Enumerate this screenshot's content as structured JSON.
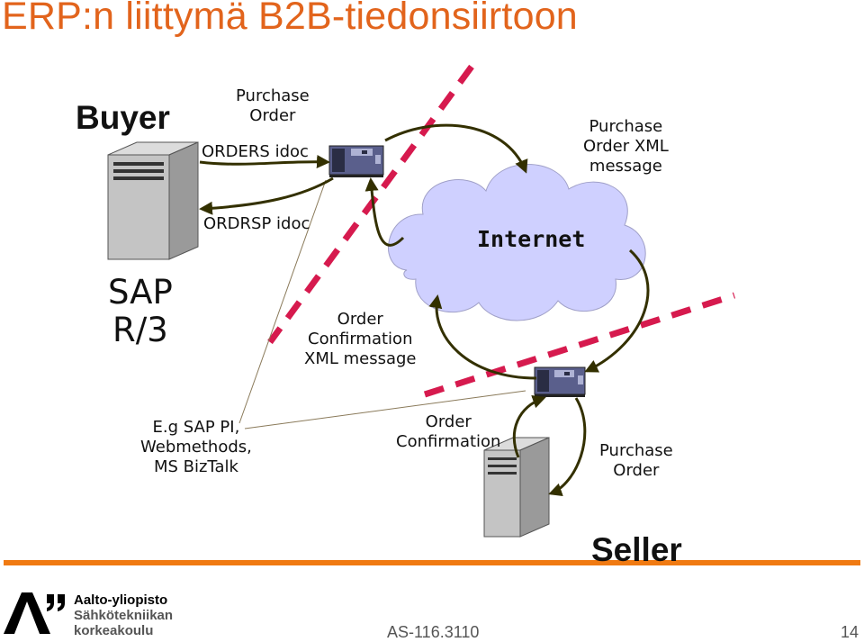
{
  "title": "ERP:n liittymä B2B-tiedonsiirtoon",
  "buyer_label": "Buyer",
  "seller_label": "Seller",
  "sap_label": [
    "SAP",
    "R/3"
  ],
  "internet_label": "Internet",
  "labels": {
    "purchase_order_top": [
      "Purchase",
      "Order"
    ],
    "orders_idoc": "ORDERS idoc",
    "ordrsp_idoc": "ORDRSP idoc",
    "po_xml_message": [
      "Purchase",
      "Order XML",
      "message"
    ],
    "oc_xml_message": [
      "Order",
      "Confirmation",
      "XML message"
    ],
    "middleware": [
      "E.g SAP PI,",
      "Webmethods,",
      "MS BizTalk"
    ],
    "order_confirmation_bottom": [
      "Order",
      "Confirmation"
    ],
    "purchase_order_bottom": [
      "Purchase",
      "Order"
    ]
  },
  "footer": {
    "logo_lines": [
      "Aalto-yliopisto",
      "Sähkötekniikan",
      "korkeakoulu"
    ],
    "course": "AS-116.3110",
    "page": "14"
  },
  "colors": {
    "title": "#e2641c",
    "footer_bar": "#f07a12",
    "firewall": "#d61a4e",
    "arrow": "#333000",
    "cloud": "#cfd0ff"
  }
}
